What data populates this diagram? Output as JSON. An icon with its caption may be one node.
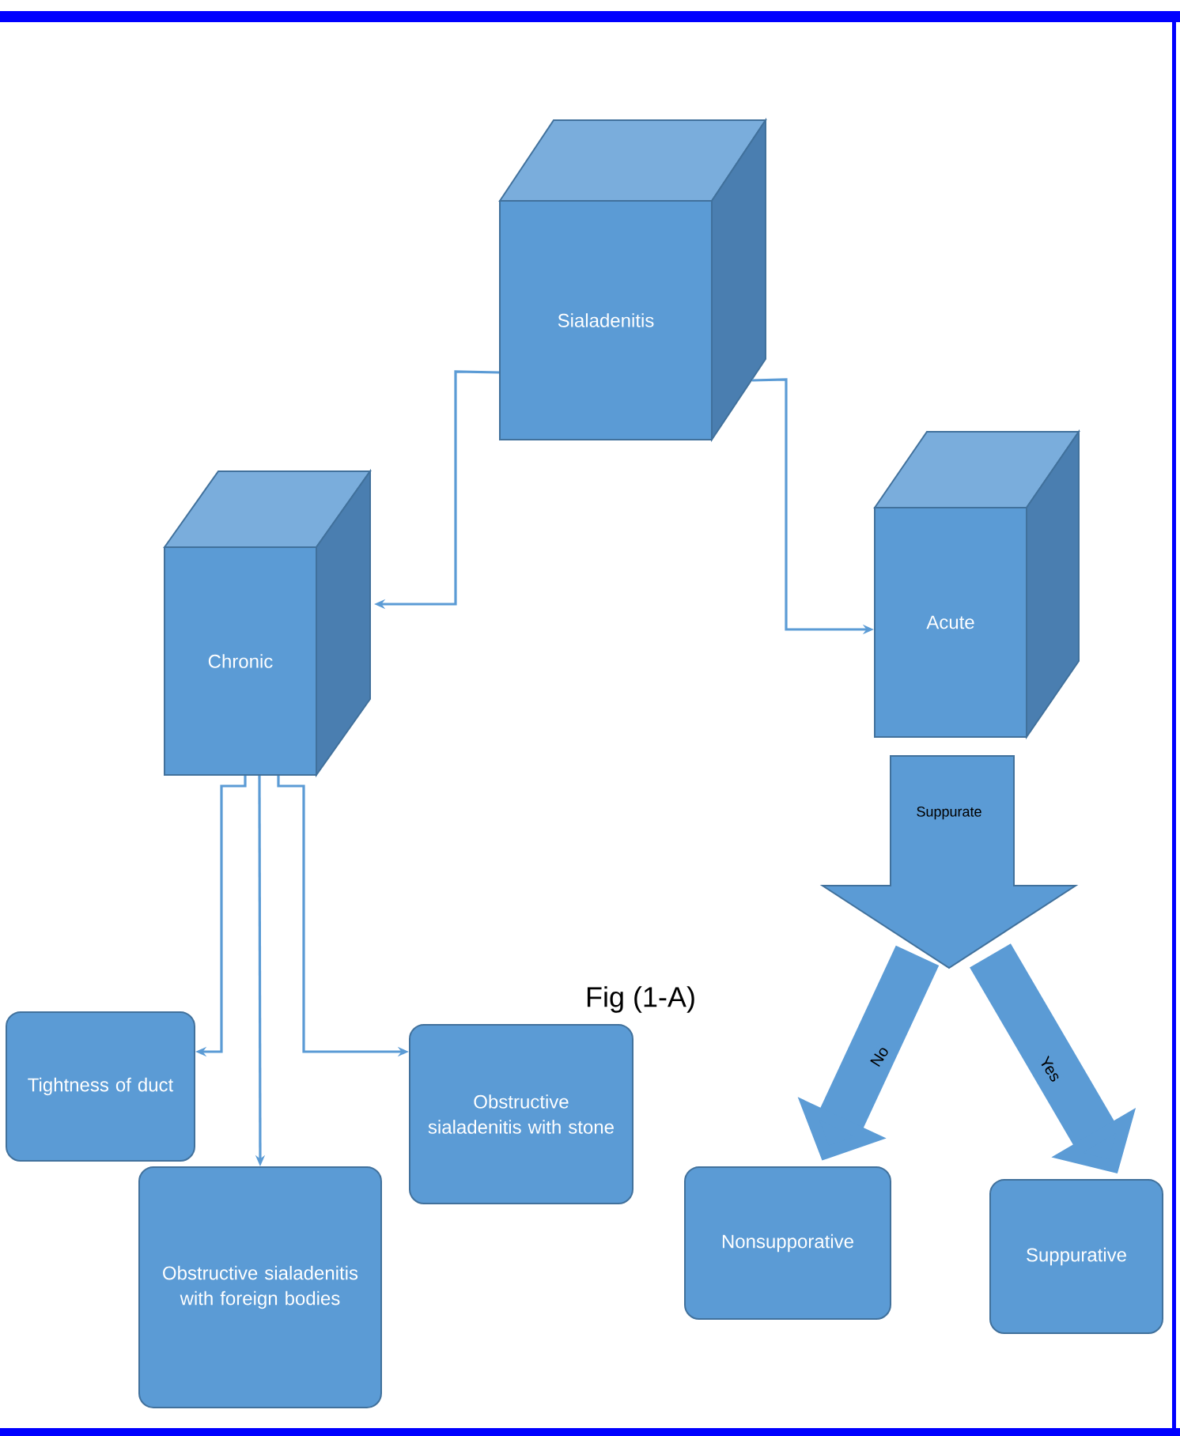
{
  "diagram": {
    "nodes": [
      {
        "text": [
          "Sialadenitis"
        ]
      },
      {
        "text": [
          "Chronic"
        ]
      },
      {
        "text": [
          "Acute"
        ]
      },
      {
        "text": [
          "Suppurate"
        ]
      },
      {
        "text": [
          "Tightness of duct"
        ]
      },
      {
        "text": [
          "Obstructive sialadenitis with foreign bodies"
        ]
      },
      {
        "text": [
          "Obstructive sialadenitis with stone"
        ]
      },
      {
        "text": [
          "Nonsupporative"
        ]
      },
      {
        "text": [
          "Suppurative"
        ]
      }
    ],
    "edges": [
      {
        "from": 0,
        "to": 1,
        "arrow": "to"
      },
      {
        "from": 0,
        "to": 2,
        "arrow": "to"
      },
      {
        "from": 1,
        "to": 4,
        "arrow": "to"
      },
      {
        "from": 1,
        "to": 5,
        "arrow": "to"
      },
      {
        "from": 1,
        "to": 6,
        "arrow": "to"
      },
      {
        "from": 3,
        "to": 7,
        "arrow": "to",
        "label": "No",
        "style": "thick"
      },
      {
        "from": 3,
        "to": 8,
        "arrow": "to",
        "label": "Yes",
        "style": "thick"
      }
    ],
    "labels": [
      "Fig (1-A)"
    ]
  }
}
